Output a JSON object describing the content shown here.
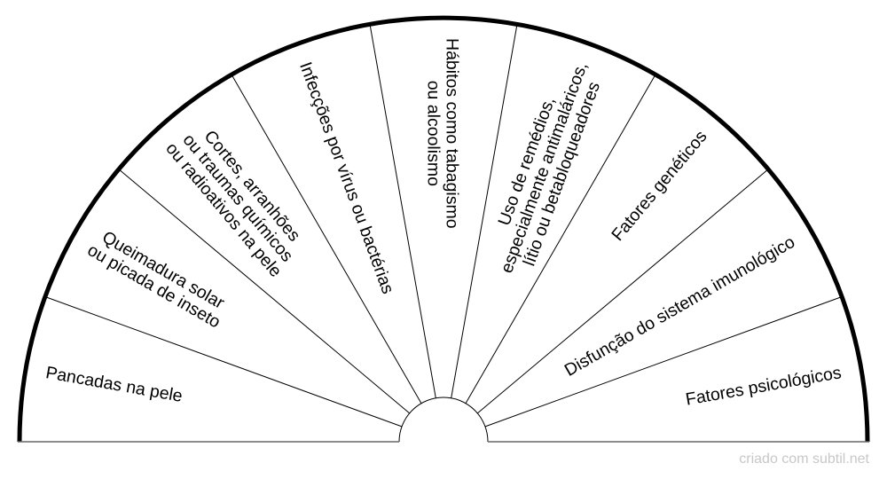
{
  "sectors": [
    {
      "lines": [
        "Pancadas na pele"
      ]
    },
    {
      "lines": [
        "Queimadura solar",
        "ou picada de inseto"
      ]
    },
    {
      "lines": [
        "Cortes, arranhões",
        "ou traumas químicos",
        "ou radioativos na pele"
      ]
    },
    {
      "lines": [
        "Infecções por vírus ou bactérias"
      ]
    },
    {
      "lines": [
        "Hábitos como tabagismo",
        "ou alcoolismo"
      ]
    },
    {
      "lines": [
        "Uso de remédios,",
        "especialmente antimaláricos,",
        "lítio ou betabloqueadores"
      ]
    },
    {
      "lines": [
        "Fatores genéticos"
      ]
    },
    {
      "lines": [
        "Disfunção do sistema imunológico"
      ]
    },
    {
      "lines": [
        "Fatores psicológicos"
      ]
    }
  ],
  "footer": "criado com subtil.net"
}
